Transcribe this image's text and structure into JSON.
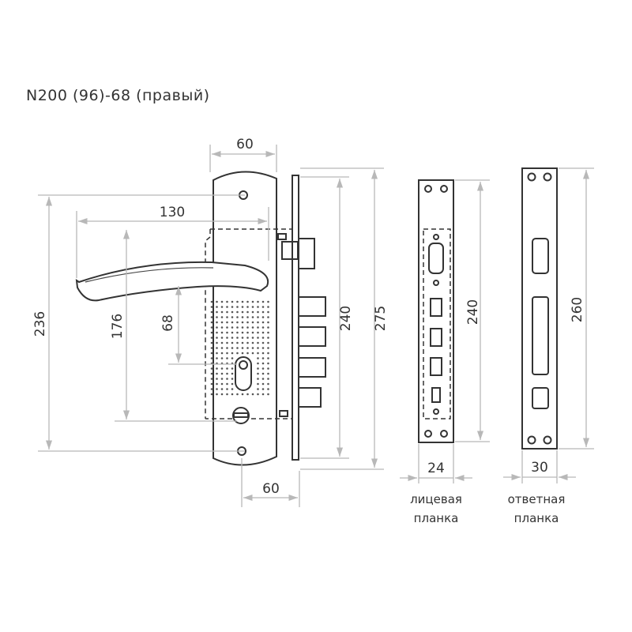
{
  "title": "N200 (96)-68 (правый)",
  "dimensions": {
    "plate_width_top": "60",
    "handle_length": "130",
    "plate_height": "236",
    "handle_to_cylinder": "176",
    "backset": "68",
    "case_height": "240",
    "faceplate_height": "275",
    "bottom_offset": "60",
    "face_strip_length": "240",
    "face_strip_width": "24",
    "strike_length": "260",
    "strike_width": "30"
  },
  "labels": {
    "face_strip_line1": "лицевая",
    "face_strip_line2": "планка",
    "strike_line1": "ответная",
    "strike_line2": "планка"
  }
}
